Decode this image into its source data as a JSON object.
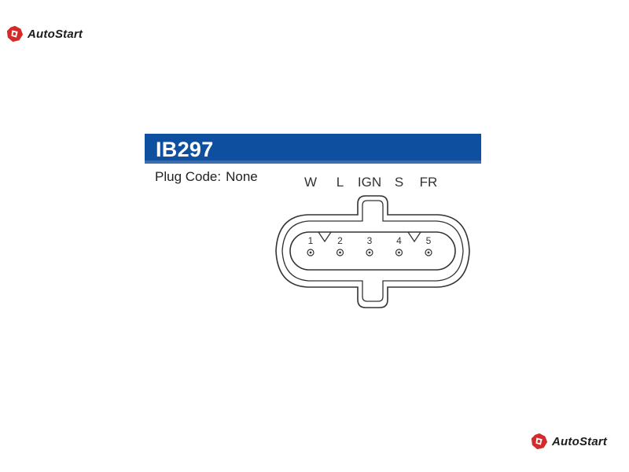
{
  "brand": {
    "name": "AutoStart",
    "accent_color": "#d42a2a",
    "icon": "autostart-logo-icon"
  },
  "header": {
    "title": "IB297",
    "bar_color": "#0f4fa0"
  },
  "plug": {
    "label": "Plug Code:",
    "value": "None"
  },
  "connector": {
    "terminals": [
      {
        "label": "W",
        "number": "1"
      },
      {
        "label": "L",
        "number": "2"
      },
      {
        "label": "IGN",
        "number": "3"
      },
      {
        "label": "S",
        "number": "4"
      },
      {
        "label": "FR",
        "number": "5"
      }
    ]
  }
}
